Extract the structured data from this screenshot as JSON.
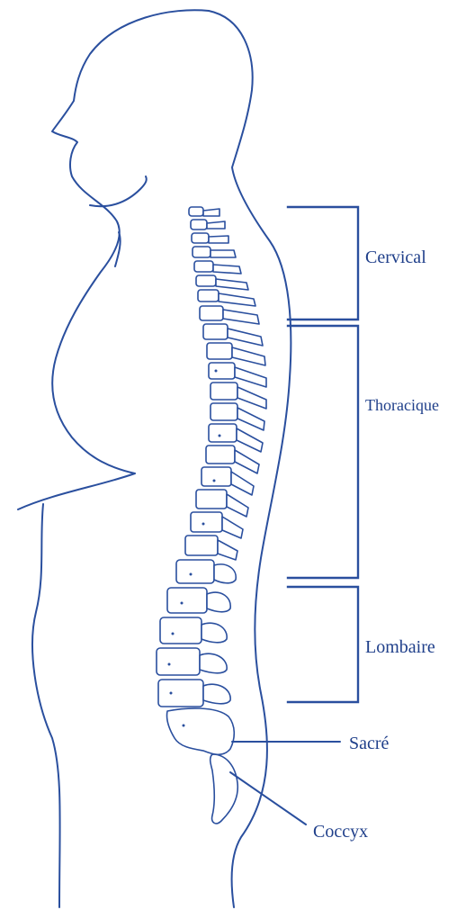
{
  "colors": {
    "line": "#2a4f9e",
    "text": "#1f3f8a",
    "background": "#ffffff"
  },
  "labels": {
    "cervical": "Cervical",
    "thoracique": "Thoracique",
    "lombaire": "Lombaire",
    "sacre": "Sacré",
    "coccyx": "Coccyx"
  }
}
